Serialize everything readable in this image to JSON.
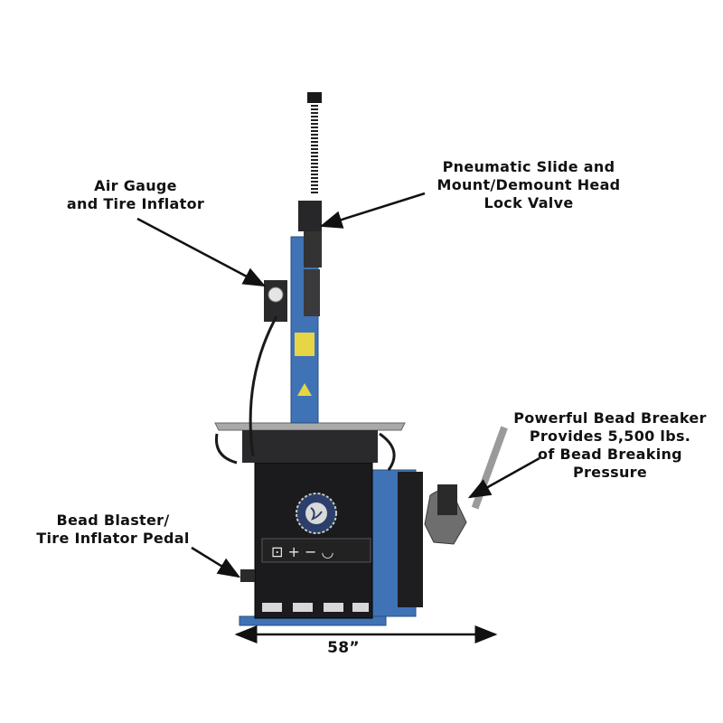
{
  "callouts": {
    "air_gauge": [
      "Air Gauge",
      "and Tire Inflator"
    ],
    "pneumatic": [
      "Pneumatic Slide and",
      "Mount/Demount Head",
      "Lock Valve"
    ],
    "bead_breaker": [
      "Powerful Bead Breaker",
      "Provides 5,500 lbs.",
      "of Bead Breaking",
      "Pressure"
    ],
    "bead_blaster": [
      "Bead Blaster/",
      "Tire Inflator Pedal"
    ]
  },
  "dimension": {
    "width_label": "58”"
  },
  "colors": {
    "machine_blue": "#3f73b6",
    "machine_black": "#1b1b1d",
    "table_gray": "#a9a9a9",
    "label_text": "#111111"
  }
}
